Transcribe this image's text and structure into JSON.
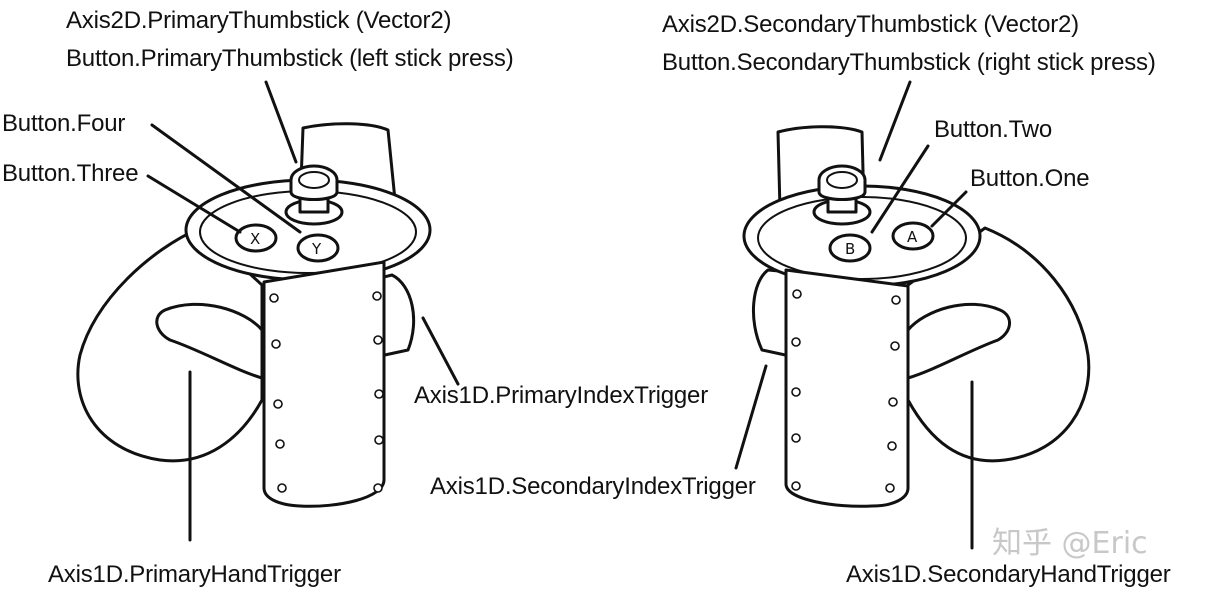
{
  "labels": {
    "primary_thumbstick_axis": "Axis2D.PrimaryThumbstick (Vector2)",
    "primary_thumbstick_button": "Button.PrimaryThumbstick (left stick press)",
    "secondary_thumbstick_axis": "Axis2D.SecondaryThumbstick (Vector2)",
    "secondary_thumbstick_button": "Button.SecondaryThumbstick (right stick press)",
    "button_four": "Button.Four",
    "button_three": "Button.Three",
    "button_two": "Button.Two",
    "button_one": "Button.One",
    "primary_index_trigger": "Axis1D.PrimaryIndexTrigger",
    "secondary_index_trigger": "Axis1D.SecondaryIndexTrigger",
    "primary_hand_trigger": "Axis1D.PrimaryHandTrigger",
    "secondary_hand_trigger": "Axis1D.SecondaryHandTrigger"
  },
  "button_glyphs": {
    "x": "X",
    "y": "Y",
    "b": "B",
    "a": "A"
  },
  "watermark": "知乎 @Eric",
  "colors": {
    "line": "#111111",
    "fill": "#ffffff",
    "watermark": "#c8c8c8"
  }
}
